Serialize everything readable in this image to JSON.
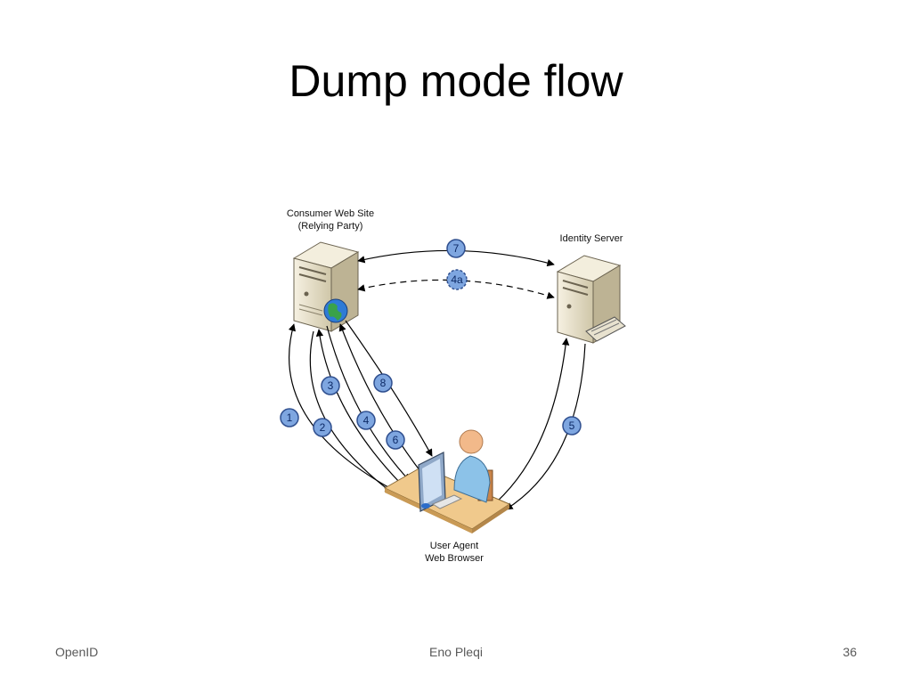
{
  "slide": {
    "title": "Dump mode flow",
    "footer_left": "OpenID",
    "footer_center": "Eno Pleqi",
    "footer_right": "36"
  },
  "diagram": {
    "consumer_label_line1": "Consumer Web Site",
    "consumer_label_line2": "(Relying Party)",
    "identity_label": "Identity Server",
    "user_label_line1": "User Agent",
    "user_label_line2": "Web Browser",
    "steps": {
      "s1": "1",
      "s2": "2",
      "s3": "3",
      "s4": "4",
      "s4a": "4a",
      "s5": "5",
      "s6": "6",
      "s7": "7",
      "s8": "8"
    },
    "colors": {
      "step_fill": "#7ea6e0",
      "step_stroke": "#2f4f8f",
      "server_body": "#e9e2cc",
      "person_skin": "#f2b98a",
      "person_shirt": "#8cc2e8",
      "desk": "#f0c98c",
      "globe": "#2e7bd6"
    }
  }
}
